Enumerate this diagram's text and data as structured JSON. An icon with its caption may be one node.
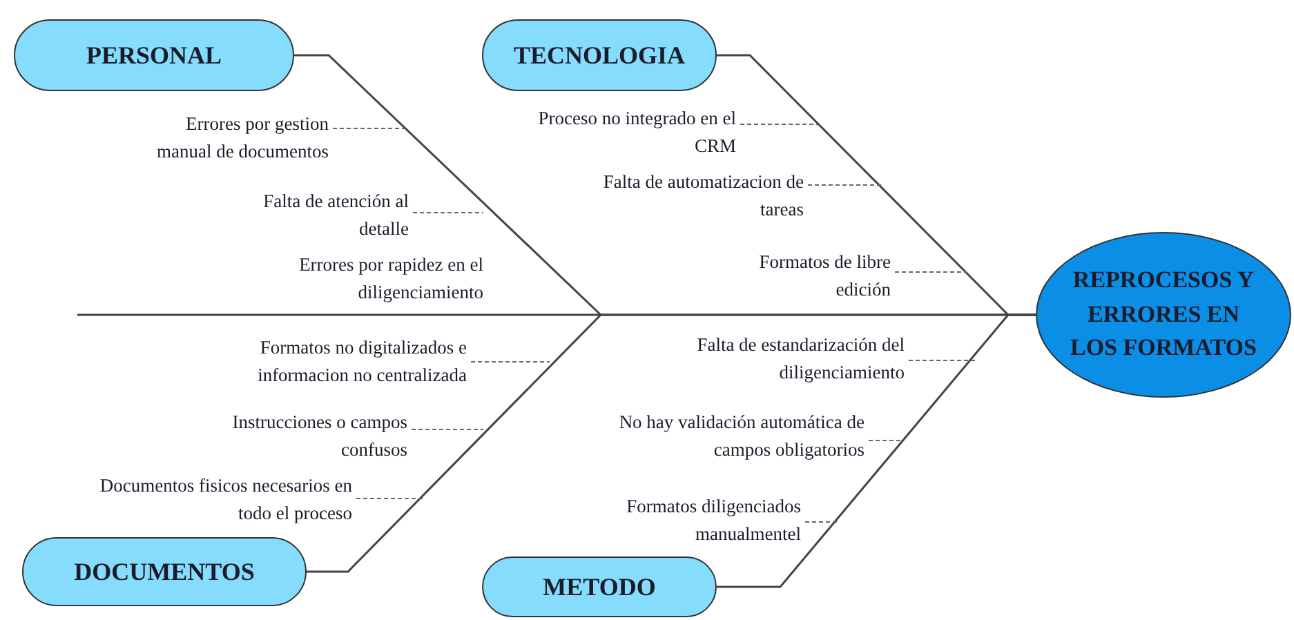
{
  "diagram": {
    "nodes": [
      {
        "text": [
          "PERSONAL"
        ]
      },
      {
        "text": [
          "TECNOLOGIA"
        ]
      },
      {
        "text": [
          "Errores por gestion manual de documentos"
        ]
      },
      {
        "text": [
          "Falta de atención al detalle"
        ]
      },
      {
        "text": [
          "Errores por rapidez en el diligenciamiento"
        ]
      },
      {
        "text": [
          "Proceso no integrado en el CRM"
        ]
      },
      {
        "text": [
          "Falta de automatizacion de tareas"
        ]
      },
      {
        "text": [
          "Formatos de libre edición"
        ]
      },
      {
        "text": [
          "REPROCESOS Y ERRORES EN LOS FORMATOS"
        ]
      },
      {
        "text": [
          "Formatos no digitalizados e informacion no centralizada"
        ]
      },
      {
        "text": [
          "Instrucciones o campos confusos"
        ]
      },
      {
        "text": [
          "Documentos fisicos necesarios en todo el proceso"
        ]
      },
      {
        "text": [
          "Falta de estandarización del diligenciamiento"
        ]
      },
      {
        "text": [
          "No hay validación automática de campos obligatorios"
        ]
      },
      {
        "text": [
          "Formatos diligenciados manualmentel"
        ]
      },
      {
        "text": [
          "DOCUMENTOS"
        ]
      },
      {
        "text": [
          "METODO"
        ]
      }
    ],
    "edges": [
      {
        "from": 0,
        "to": 8,
        "arrow": "none"
      },
      {
        "from": 1,
        "to": 8,
        "arrow": "none"
      },
      {
        "from": 15,
        "to": 8,
        "arrow": "none"
      },
      {
        "from": 16,
        "to": 8,
        "arrow": "none"
      },
      {
        "from": 2,
        "to": null,
        "arrow": "none",
        "style": "dashed"
      },
      {
        "from": 3,
        "to": null,
        "arrow": "none",
        "style": "dashed"
      },
      {
        "from": 5,
        "to": null,
        "arrow": "none",
        "style": "dashed"
      },
      {
        "from": 6,
        "to": null,
        "arrow": "none",
        "style": "dashed"
      },
      {
        "from": 7,
        "to": null,
        "arrow": "none",
        "style": "dashed"
      },
      {
        "from": 9,
        "to": null,
        "arrow": "none",
        "style": "dashed"
      },
      {
        "from": 10,
        "to": null,
        "arrow": "none",
        "style": "dashed"
      },
      {
        "from": 11,
        "to": null,
        "arrow": "none",
        "style": "dashed"
      },
      {
        "from": 12,
        "to": null,
        "arrow": "none",
        "style": "dashed"
      },
      {
        "from": 13,
        "to": null,
        "arrow": "none",
        "style": "dashed"
      },
      {
        "from": 14,
        "to": null,
        "arrow": "none",
        "style": "dashed"
      }
    ]
  }
}
